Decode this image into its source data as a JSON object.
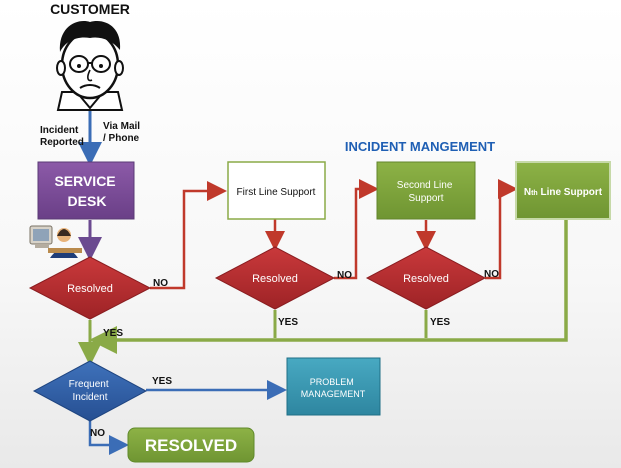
{
  "customer_label": "CUSTOMER",
  "incident_reported": [
    "Incident",
    "Reported"
  ],
  "via_mail_phone": [
    "Via Mail",
    "/ Phone"
  ],
  "title": "INCIDENT MANGEMENT",
  "service_desk": [
    "SERVICE",
    "DESK"
  ],
  "first_line": "First Line Support",
  "second_line": [
    "Second Line",
    "Support"
  ],
  "nth_line": {
    "n": "N",
    "th": "th",
    "rest": " Line Support"
  },
  "resolved": "Resolved",
  "no": "NO",
  "yes": "YES",
  "frequent_incident": [
    "Frequent",
    "Incident"
  ],
  "problem_management": [
    "PROBLEM",
    "MANAGEMENT"
  ],
  "resolved_final": "RESOLVED",
  "colors": {
    "purple": "#7a4c97",
    "red": "#b0292c",
    "olive": "#7aa23a",
    "blue": "#2f5fa8",
    "teal": "#3a97b1",
    "green_final": "#74a83a"
  }
}
